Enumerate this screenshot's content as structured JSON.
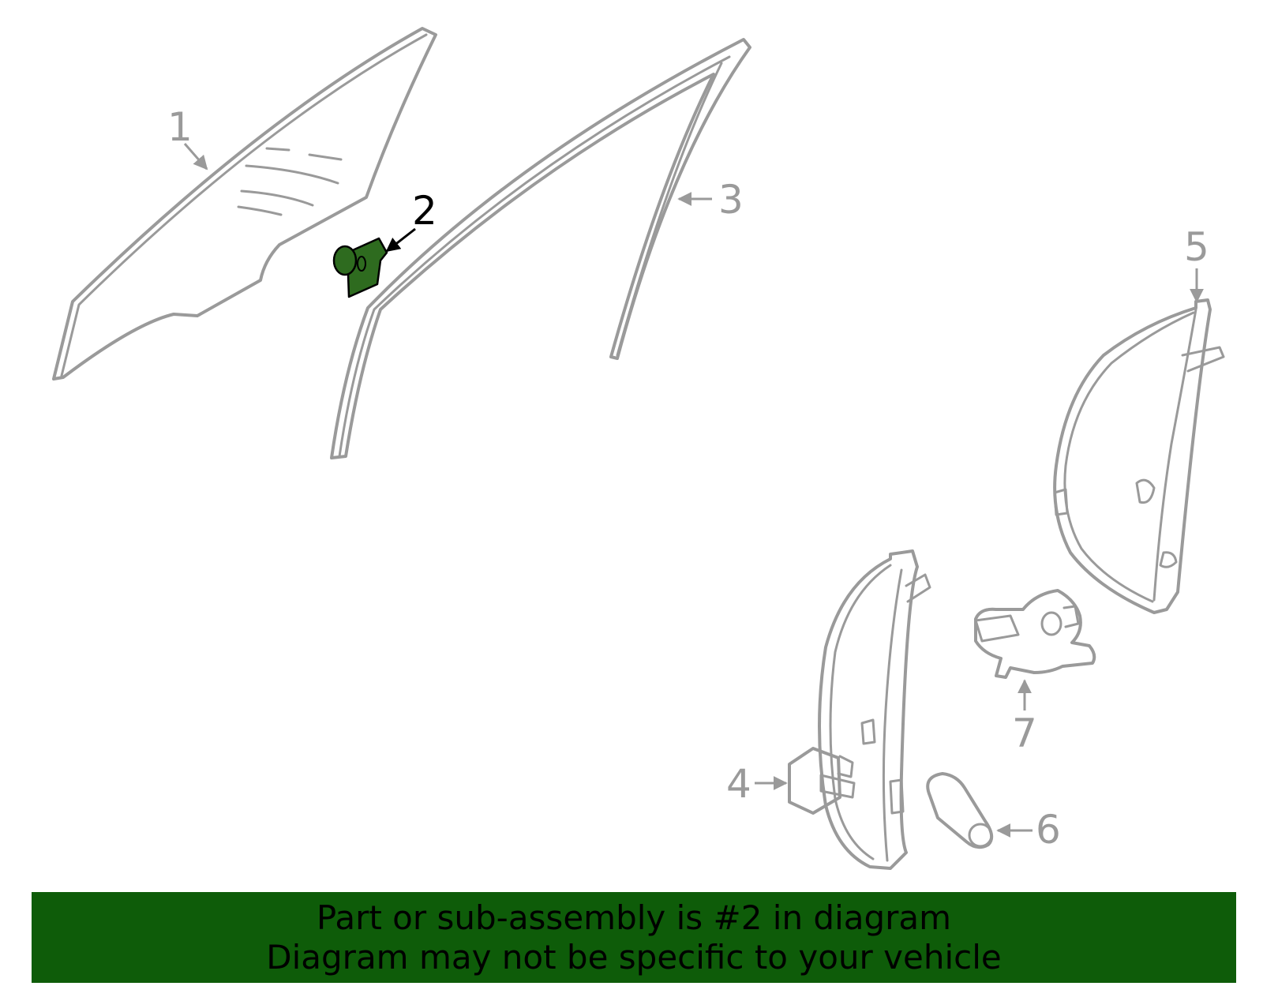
{
  "callouts": {
    "c1": "1",
    "c2": "2",
    "c3": "3",
    "c4": "4",
    "c5": "5",
    "c6": "6",
    "c7": "7"
  },
  "highlighted_part": "2",
  "colors": {
    "highlight_fill": "#2e6b1f",
    "banner_bg": "#0e5c09",
    "parts_stroke": "#9a9a9a",
    "banner_text": "#000000"
  },
  "banner": {
    "line1": "Part or sub-assembly is #2 in diagram",
    "line2": "Diagram may not be specific to your vehicle"
  }
}
